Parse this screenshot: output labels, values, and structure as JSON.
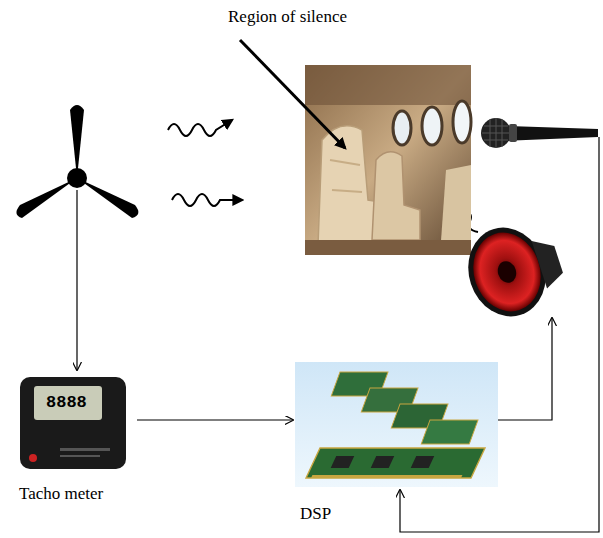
{
  "diagram": {
    "nodes": [
      {
        "text": [
          "Tacho meter"
        ]
      },
      {
        "text": [
          "DSP"
        ]
      }
    ],
    "edges": [
      {
        "from": 0,
        "to": 1,
        "arrow": "to"
      }
    ],
    "labels": [
      "Region of silence",
      "8888"
    ]
  }
}
